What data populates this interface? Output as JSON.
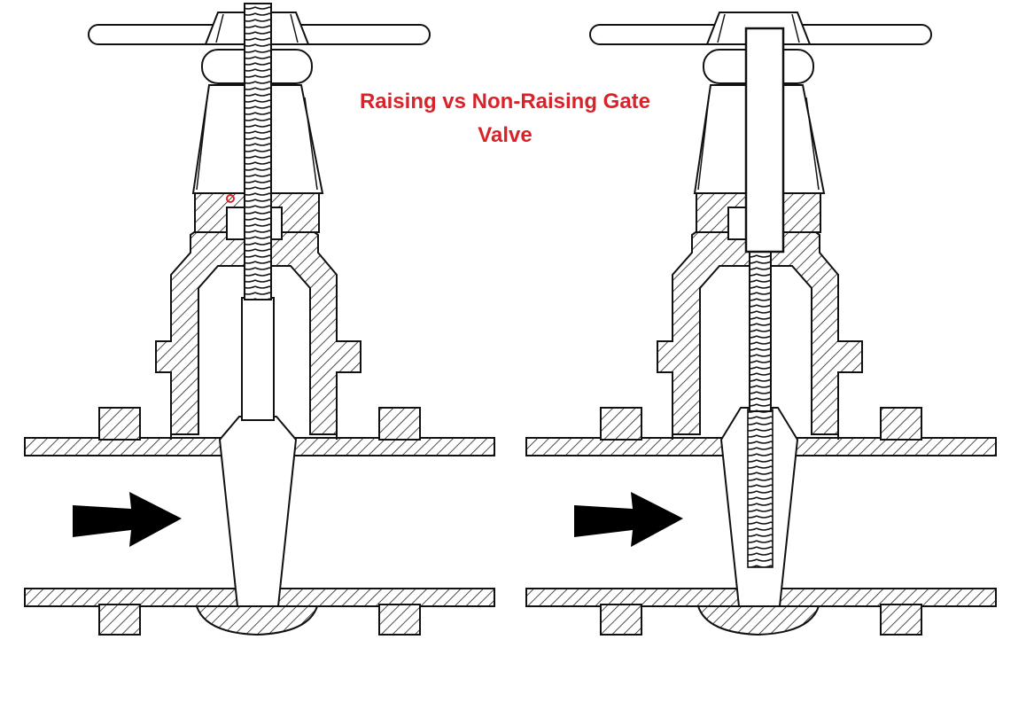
{
  "title": {
    "line1": "Raising vs Non-Raising Gate",
    "line2": "Valve",
    "color": "#d8232a"
  },
  "diagram": {
    "left_valve": {
      "stem": "rising",
      "flow_arrow": "right-arrow-icon"
    },
    "right_valve": {
      "stem": "non-rising",
      "flow_arrow": "right-arrow-icon"
    },
    "colors": {
      "line": "#111111",
      "hatch": "#222222",
      "background": "#ffffff"
    }
  }
}
